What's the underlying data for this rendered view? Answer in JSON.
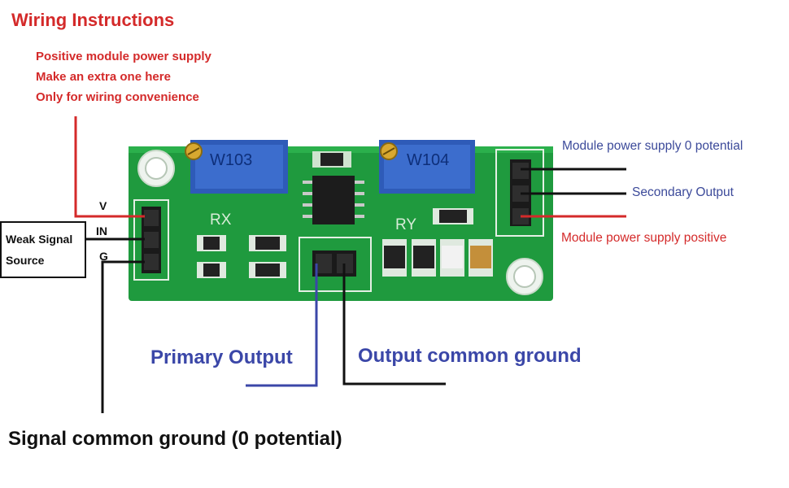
{
  "title": "Wiring Instructions",
  "top_notes": [
    "Positive module power supply",
    "Make an extra one here",
    "Only for wiring convenience"
  ],
  "left_pins": [
    "V",
    "IN",
    "G"
  ],
  "source_box": [
    "Weak Signal",
    "Source"
  ],
  "board": {
    "pot_left": "W103",
    "pot_right": "W104",
    "label_rx": "RX",
    "label_ry": "RY"
  },
  "right_labels": {
    "module_zero": "Module power supply 0 potential",
    "secondary_output": "Secondary Output",
    "module_positive": "Module power supply positive"
  },
  "bottom_labels": {
    "primary_output": "Primary Output",
    "output_common_ground": "Output common ground"
  },
  "footer": "Signal common ground (0 potential)",
  "colors": {
    "title_red": "#d42a2a",
    "label_blue": "#3c4a9a",
    "pcb_green": "#1f9a3e",
    "pot_blue": "#2e5bb8",
    "wire_red": "#d42a2a",
    "wire_black": "#111111",
    "wire_blue": "#3b47a8"
  }
}
